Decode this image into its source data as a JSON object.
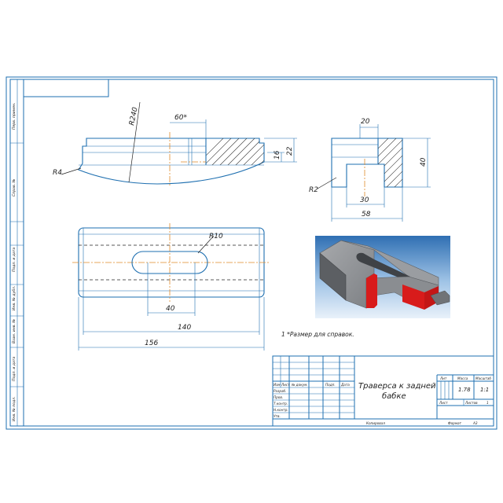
{
  "dimensions": {
    "r240": "R240",
    "angle60": "60*",
    "d16": "16",
    "d22": "22",
    "r4": "R4",
    "d20": "20",
    "d40_right": "40",
    "r2": "R2",
    "d30": "30",
    "d58": "58",
    "r10": "R10",
    "d40_slot": "40",
    "d140": "140",
    "d156": "156"
  },
  "note": "1 *Размер для справок.",
  "title_block": {
    "title_line1": "Траверса к задней",
    "title_line2": "бабке",
    "col_lit": "Лит",
    "col_mass": "Масса",
    "col_scale": "Масштаб",
    "mass_value": "1.78",
    "scale_value": "1:1",
    "sheet_label": "Лист",
    "sheets_label": "Листов",
    "sheets_value": "1",
    "rows": [
      "Изм",
      "Лист",
      "№ докум.",
      "Подп.",
      "Дата"
    ],
    "roles": [
      "Разраб.",
      "Пров.",
      "Т.контр.",
      "Н.контр.",
      "Утв."
    ],
    "copied": "Копировал",
    "format_label": "Формат",
    "format_value": "А3"
  },
  "side_stamps": [
    "Перв. примен.",
    "Справ. №",
    "Подп. и дата",
    "Инв. № дубл.",
    "Взам. инв. №",
    "Подп. и дата",
    "Инв. № подл."
  ],
  "colors": {
    "line": "#1e6fb0",
    "center": "#e08a2a",
    "section": "#d81b1b"
  }
}
